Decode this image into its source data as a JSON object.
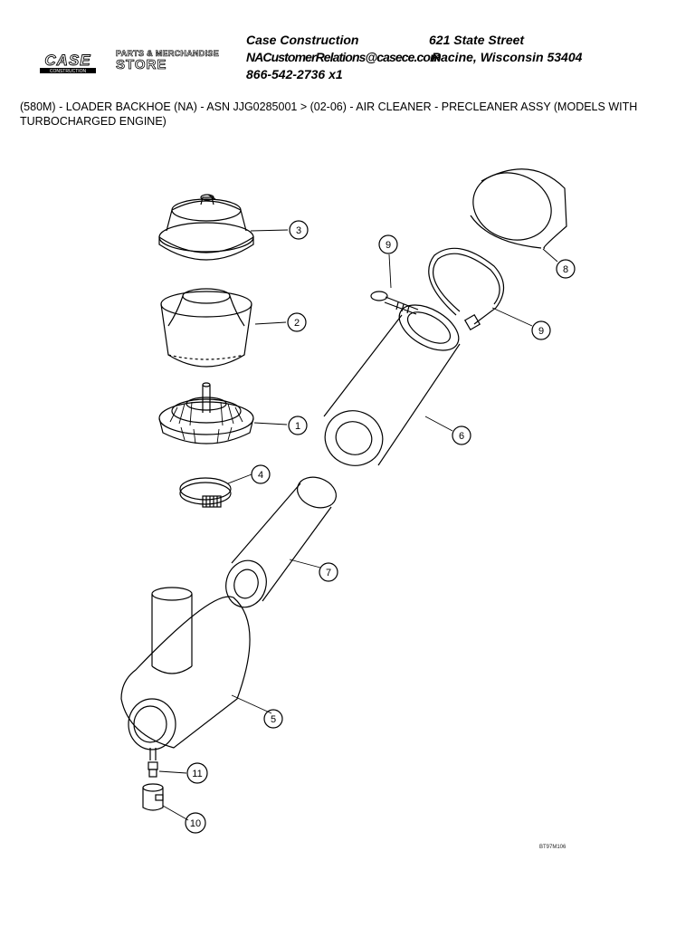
{
  "header": {
    "company": "Case Construction",
    "street": "621 State Street",
    "email": "NACustomerRelations@casece.com",
    "city": "Racine, Wisconsin 53404",
    "phone": "866-542-2736 x1",
    "logo_text": "CASE",
    "logo_sub": "CONSTRUCTION",
    "store_top": "PARTS & MERCHANDISE",
    "store_bottom": "STORE"
  },
  "title": "(580M) - LOADER BACKHOE (NA) - ASN JJG0285001 > (02-06) - AIR CLEANER - PRECLEANER ASSY (MODELS WITH TURBOCHARGED ENGINE)",
  "callouts": [
    "3",
    "2",
    "1",
    "4",
    "9",
    "8",
    "9",
    "6",
    "7",
    "5",
    "11",
    "10"
  ],
  "reference": "BT97M106"
}
